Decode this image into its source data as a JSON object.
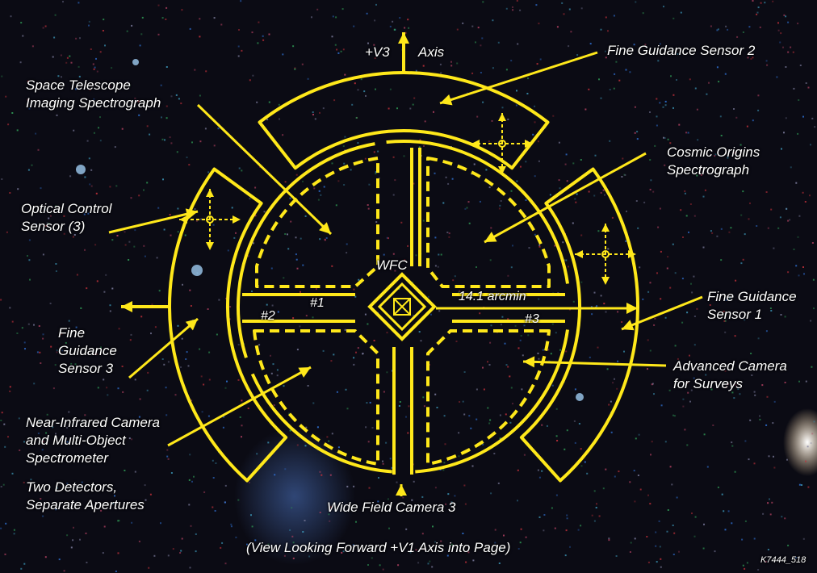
{
  "axis": {
    "v3_label": "+V3",
    "axis_word": "Axis"
  },
  "labels": {
    "fgs2": "Fine Guidance Sensor 2",
    "stis": "Space Telescope\nImaging Spectrograph",
    "cos": "Cosmic Origins\nSpectrograph",
    "ocs": "Optical Control\nSensor (3)",
    "fgs1": "Fine Guidance\nSensor 1",
    "fgs3": "Fine\nGuidance\nSensor 3",
    "acs": "Advanced Camera\nfor Surveys",
    "nicmos": "Near-Infrared Camera\nand Multi-Object\nSpectrometer",
    "nicmos_note": "Two Detectors,\nSeparate Apertures",
    "wfc3": "Wide Field Camera 3",
    "wfc": "WFC",
    "scale": "14.1 arcmin",
    "n1": "#1",
    "n2": "#2",
    "n3": "#3",
    "caption": "(View Looking Forward +V1 Axis into Page)",
    "code": "K7444_518"
  },
  "colors": {
    "diagram": "#ffe81a",
    "background": "#0b0b14",
    "text": "#ffffff"
  }
}
